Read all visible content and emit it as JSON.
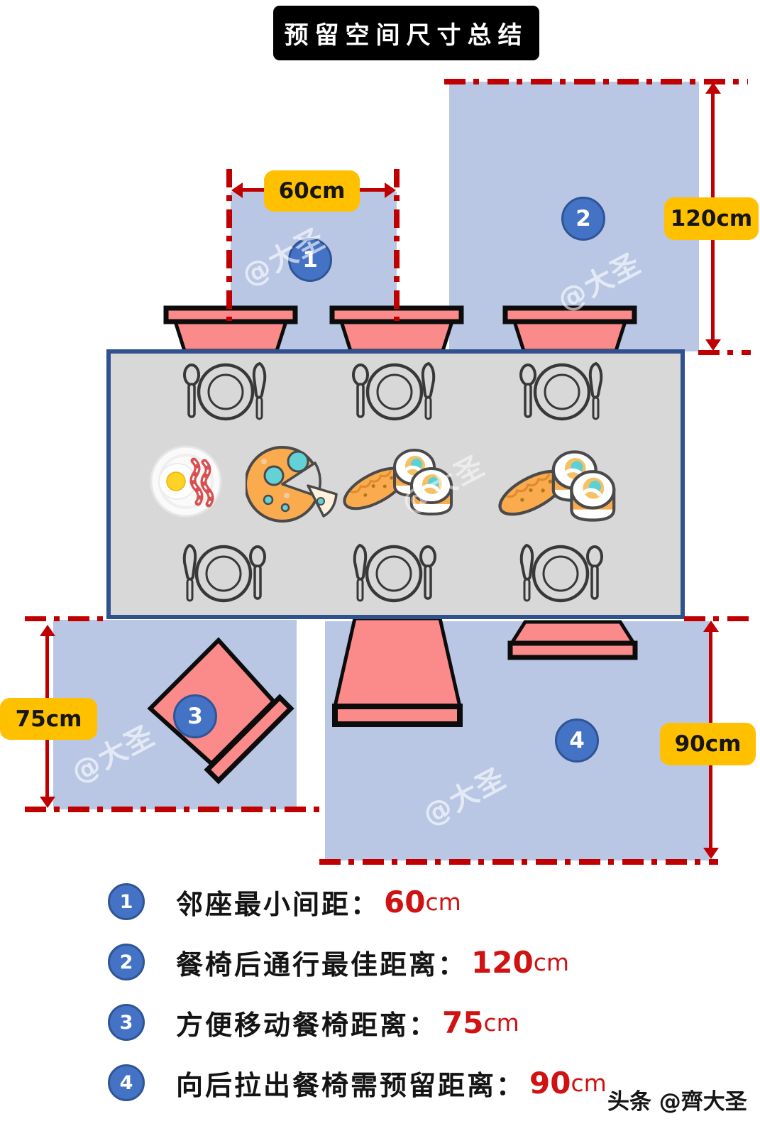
{
  "title": "预留空间尺寸总结",
  "watermark_text": "@大圣",
  "credit_text": "头条 @齊大圣",
  "regions": [
    {
      "num": "1",
      "dimension": "60cm"
    },
    {
      "num": "2",
      "dimension": "120cm"
    },
    {
      "num": "3",
      "dimension": "75cm"
    },
    {
      "num": "4",
      "dimension": "90cm"
    }
  ],
  "legend": {
    "items": [
      {
        "num": "1",
        "label": "邻座最小间距：",
        "value": "60",
        "unit": "cm"
      },
      {
        "num": "2",
        "label": "餐椅后通行最佳距离：",
        "value": "120",
        "unit": "cm"
      },
      {
        "num": "3",
        "label": "方便移动餐椅距离：",
        "value": "75",
        "unit": "cm"
      },
      {
        "num": "4",
        "label": "向后拉出餐椅需预留距离：",
        "value": "90",
        "unit": "cm"
      }
    ]
  },
  "colors": {
    "region_fill": "#b9c7e4",
    "table_fill": "#d8d8d8",
    "table_border": "#2f528f",
    "chair_fill": "#fb8a8a",
    "outline_black": "#0c0c0c",
    "dimension_red": "#c00000",
    "legend_value_red": "#d01212",
    "label_yellow": "#ffc000",
    "badge_blue": "#4472c4",
    "badge_border": "#2f5597",
    "title_bg": "#000000",
    "title_text": "#ffffff"
  }
}
